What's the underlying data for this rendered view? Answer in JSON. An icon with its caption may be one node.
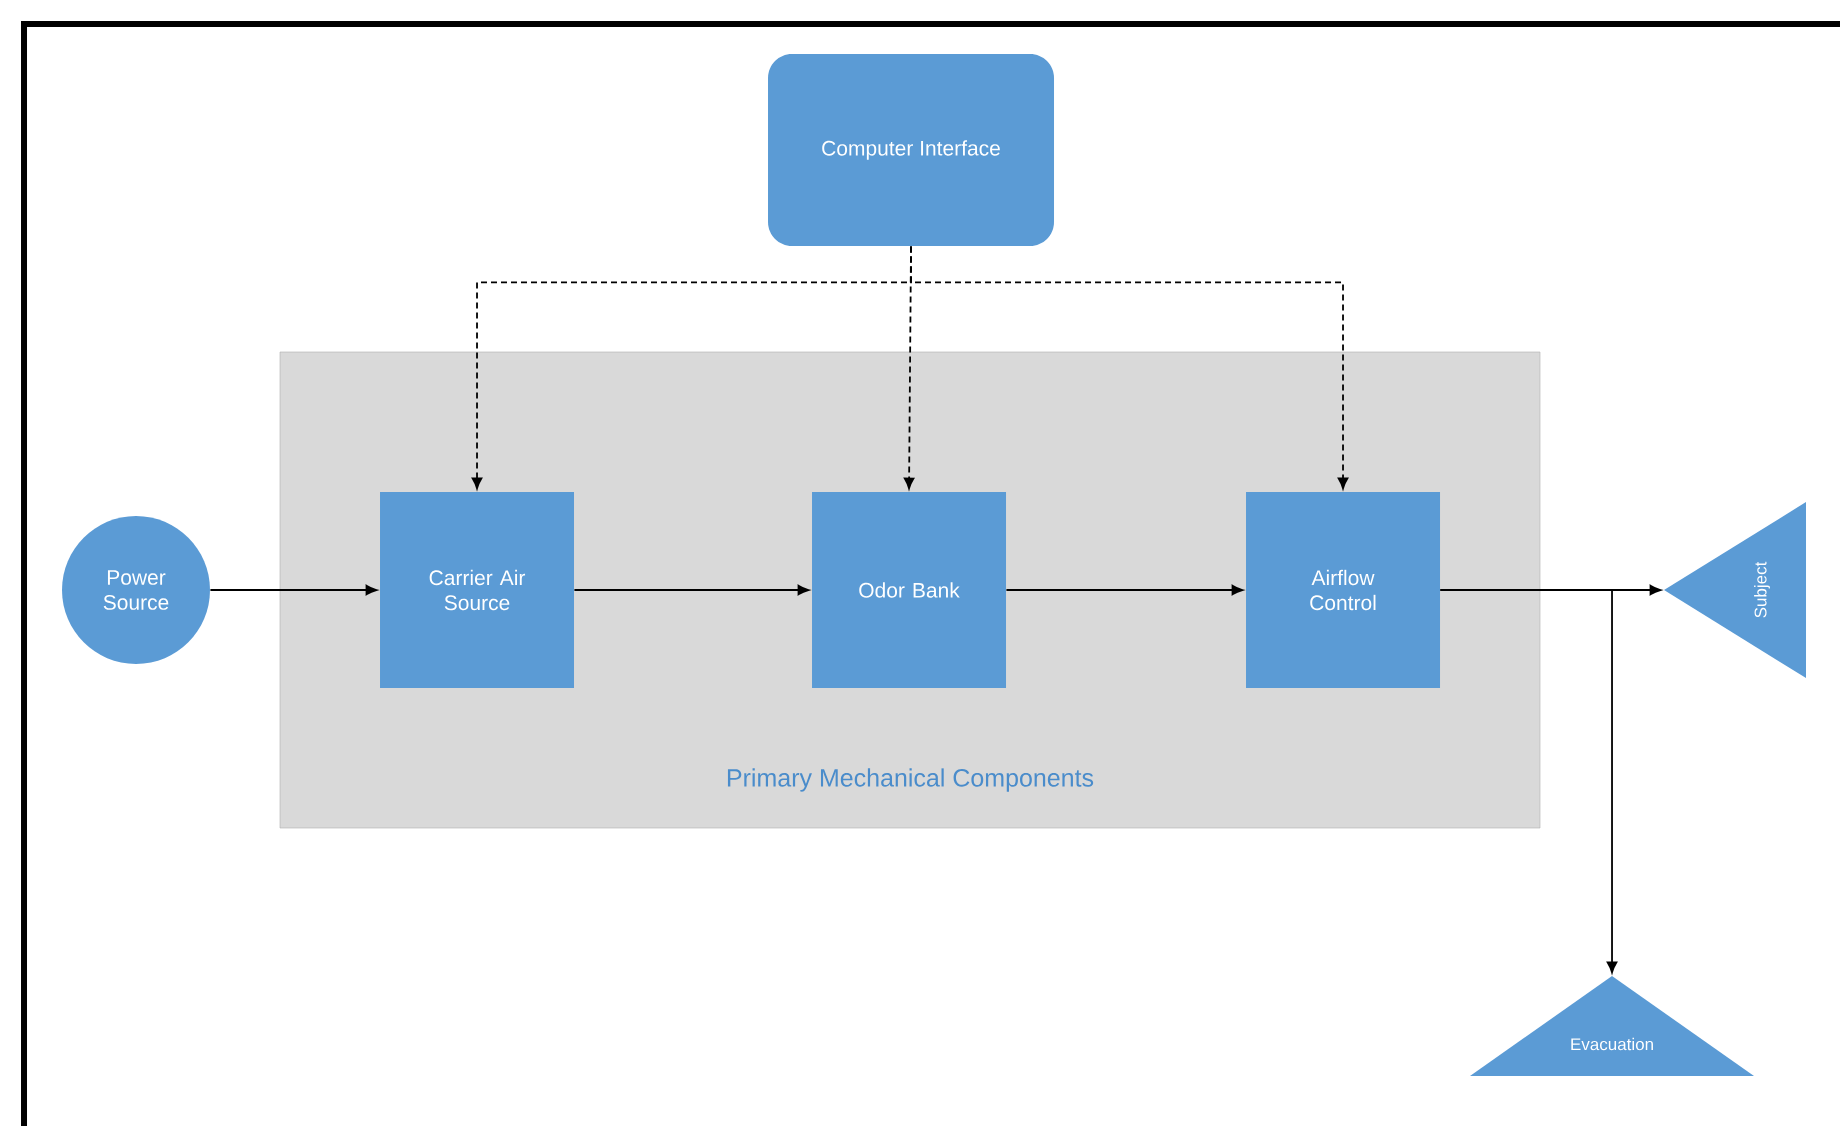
{
  "diagram": {
    "nodes": [
      {
        "text": [
          "Computer Interface"
        ]
      },
      {
        "text": [
          "Primary Mechanical Components"
        ]
      },
      {
        "text": [
          "Power Source"
        ]
      },
      {
        "text": [
          "Carrier Air Source"
        ],
        "in": 1
      },
      {
        "text": [
          "Odor Bank"
        ],
        "in": 1
      },
      {
        "text": [
          "Airflow Control"
        ],
        "in": 1
      },
      {
        "text": [
          "Subject"
        ]
      },
      {
        "text": [
          "Evacuation"
        ]
      }
    ],
    "edges": [
      {
        "from": 0,
        "to": 3,
        "arrow": "to",
        "style": "dashed"
      },
      {
        "from": 0,
        "to": 4,
        "arrow": "to",
        "style": "dashed"
      },
      {
        "from": 0,
        "to": 5,
        "arrow": "to",
        "style": "dashed"
      },
      {
        "from": 2,
        "to": 3,
        "arrow": "to"
      },
      {
        "from": 3,
        "to": 4,
        "arrow": "to"
      },
      {
        "from": 4,
        "to": 5,
        "arrow": "to"
      },
      {
        "from": 5,
        "to": 6,
        "arrow": "to"
      },
      {
        "from": 5,
        "to": 7,
        "arrow": "to"
      }
    ]
  }
}
